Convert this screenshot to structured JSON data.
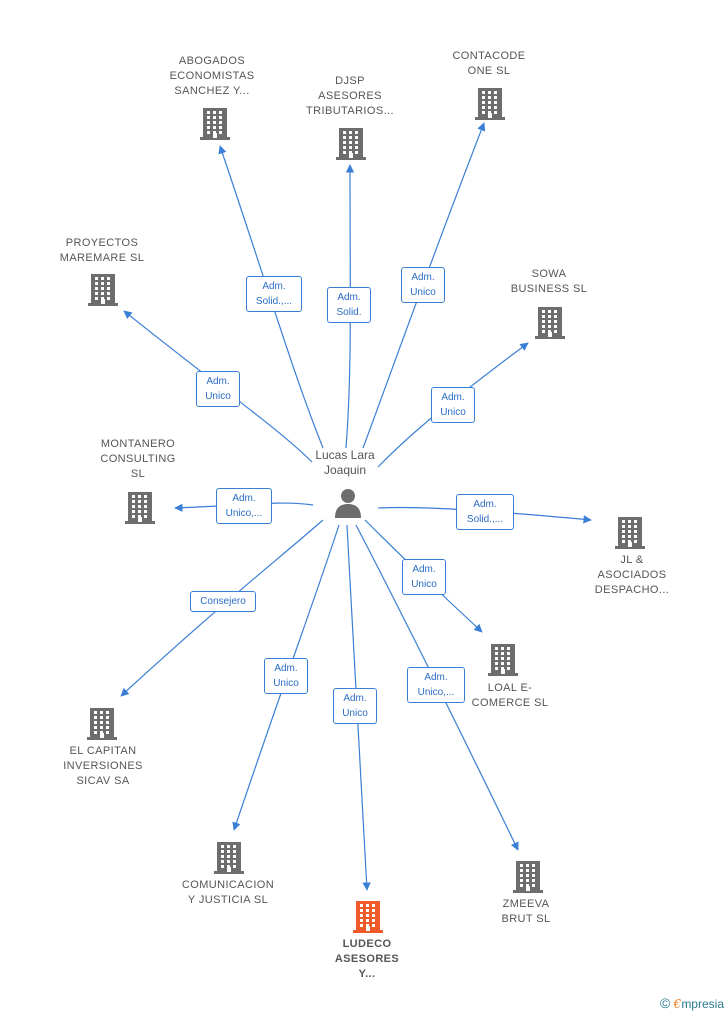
{
  "center": {
    "name": "Lucas Lara\nJoaquin"
  },
  "companies": [
    {
      "id": "abogados",
      "label": "ABOGADOS\nECONOMISTAS\nSANCHEZ Y...",
      "highlight": false
    },
    {
      "id": "djsp",
      "label": "DJSP\nASESORES\nTRIBUTARIOS...",
      "highlight": false
    },
    {
      "id": "contacode",
      "label": "CONTACODE\nONE  SL",
      "highlight": false
    },
    {
      "id": "proyectos",
      "label": "PROYECTOS\nMAREMARE SL",
      "highlight": false
    },
    {
      "id": "sowa",
      "label": "SOWA\nBUSINESS SL",
      "highlight": false
    },
    {
      "id": "montanero",
      "label": "MONTANERO\nCONSULTING\nSL",
      "highlight": false
    },
    {
      "id": "jl",
      "label": "JL &\nASOCIADOS\nDESPACHO...",
      "highlight": false
    },
    {
      "id": "loal",
      "label": "LOAL E-\nCOMERCE  SL",
      "highlight": false
    },
    {
      "id": "capitan",
      "label": "EL CAPITAN\nINVERSIONES\nSICAV SA",
      "highlight": false
    },
    {
      "id": "comunicacion",
      "label": "COMUNICACION\nY JUSTICIA  SL",
      "highlight": false
    },
    {
      "id": "ludeco",
      "label": "LUDECO\nASESORES\nY...",
      "highlight": true
    },
    {
      "id": "zmeeva",
      "label": "ZMEEVA\nBRUT  SL",
      "highlight": false
    }
  ],
  "edges": [
    {
      "to": "abogados",
      "label": "Adm.\nSolid.,..."
    },
    {
      "to": "djsp",
      "label": "Adm.\nSolid."
    },
    {
      "to": "contacode",
      "label": "Adm.\nUnico"
    },
    {
      "to": "proyectos",
      "label": "Adm.\nUnico"
    },
    {
      "to": "sowa",
      "label": "Adm.\nUnico"
    },
    {
      "to": "montanero",
      "label": "Adm.\nUnico,..."
    },
    {
      "to": "jl",
      "label": "Adm.\nSolid.,..."
    },
    {
      "to": "loal",
      "label": "Adm.\nUnico"
    },
    {
      "to": "capitan",
      "label": "Consejero"
    },
    {
      "to": "comunicacion",
      "label": "Adm.\nUnico"
    },
    {
      "to": "ludeco",
      "label": "Adm.\nUnico"
    },
    {
      "to": "zmeeva",
      "label": "Adm.\nUnico,..."
    }
  ],
  "colors": {
    "edge": "#3a7fd5",
    "building": "#6d6d6d",
    "building_highlight": "#f05a28",
    "person": "#6d6d6d"
  },
  "footer": {
    "copyright": "©",
    "brand_first": "€",
    "brand_rest": "mpresia"
  }
}
